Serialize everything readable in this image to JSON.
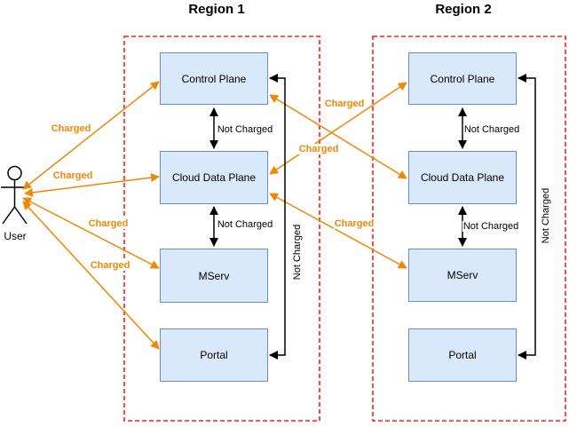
{
  "titles": {
    "region1": "Region 1",
    "region2": "Region 2"
  },
  "actor": {
    "label": "User"
  },
  "boxes": {
    "region1": {
      "control_plane": "Control Plane",
      "cloud_data_plane": "Cloud Data Plane",
      "mserv": "MServ",
      "portal": "Portal"
    },
    "region2": {
      "control_plane": "Control Plane",
      "cloud_data_plane": "Cloud Data Plane",
      "mserv": "MServ",
      "portal": "Portal"
    }
  },
  "edge_labels": {
    "charged": "Charged",
    "not_charged": "Not Charged"
  },
  "colors": {
    "charged_orange": "#f08705",
    "not_charged_black": "#000000",
    "box_fill": "#dae8fc",
    "box_border": "#6c8ebf",
    "region_boundary_red": "#ff1a1a"
  },
  "edges": [
    {
      "from": "User",
      "to": "Region 1 Control Plane",
      "label": "Charged"
    },
    {
      "from": "User",
      "to": "Region 1 Cloud Data Plane",
      "label": "Charged"
    },
    {
      "from": "User",
      "to": "Region 1 MServ",
      "label": "Charged"
    },
    {
      "from": "User",
      "to": "Region 1 Portal",
      "label": "Charged"
    },
    {
      "from": "Region 1 Control Plane",
      "to": "Region 2 Cloud Data Plane",
      "label": "Charged"
    },
    {
      "from": "Region 1 Cloud Data Plane",
      "to": "Region 2 Control Plane",
      "label": "Charged"
    },
    {
      "from": "Region 1 Cloud Data Plane",
      "to": "Region 2 MServ",
      "label": "Charged"
    },
    {
      "from": "Region 1 Control Plane",
      "to": "Region 1 Cloud Data Plane",
      "label": "Not Charged"
    },
    {
      "from": "Region 1 Cloud Data Plane",
      "to": "Region 1 MServ",
      "label": "Not Charged"
    },
    {
      "from": "Region 1 Control Plane",
      "to": "Region 1 Portal",
      "label": "Not Charged"
    },
    {
      "from": "Region 2 Control Plane",
      "to": "Region 2 Cloud Data Plane",
      "label": "Not Charged"
    },
    {
      "from": "Region 2 Cloud Data Plane",
      "to": "Region 2 MServ",
      "label": "Not Charged"
    },
    {
      "from": "Region 2 Control Plane",
      "to": "Region 2 Portal",
      "label": "Not Charged"
    }
  ]
}
